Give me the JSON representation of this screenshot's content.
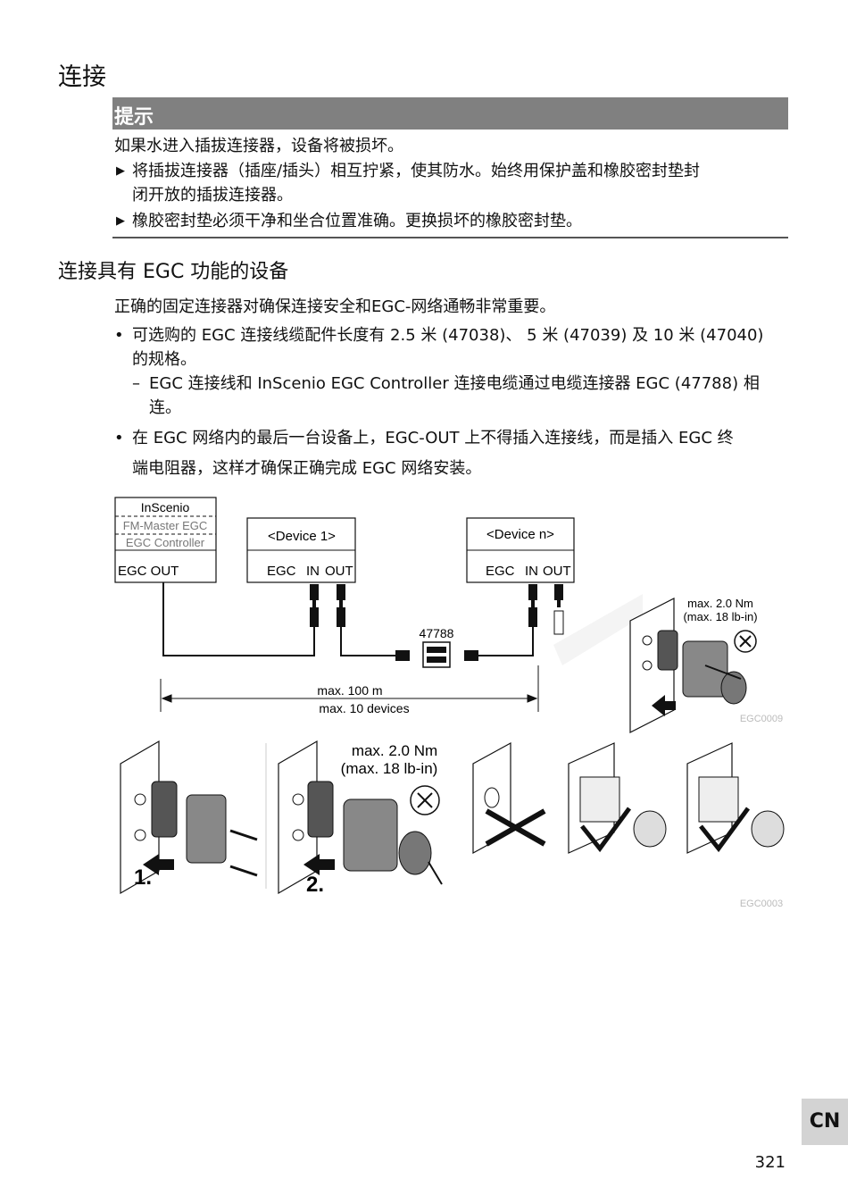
{
  "heading": "连接",
  "notice": {
    "title": "提示",
    "intro": "如果水进入插拔连接器，设备将被损坏。",
    "items": [
      {
        "line1": "将插拔连接器（插座/插头）相互拧紧，使其防水。始终用保护盖和橡胶密封垫封",
        "line2": "闭开放的插拔连接器。"
      },
      {
        "line1": "橡胶密封垫必须干净和坐合位置准确。更换损坏的橡胶密封垫。",
        "line2": ""
      }
    ]
  },
  "section": {
    "title": "连接具有 EGC 功能的设备",
    "lead": "正确的固定连接器对确保连接安全和EGC-网络通畅非常重要。",
    "bullets": [
      {
        "line1": "可选购的 EGC 连接线缆配件长度有 2.5 米 (47038)、 5 米 (47039) 及 10 米 (47040)",
        "line2": "的规格。"
      },
      {
        "line1": "在 EGC 网络内的最后一台设备上，EGC-OUT 上不得插入连接线，而是插入 EGC 终",
        "line2": "端电阻器，这样才确保正确完成 EGC 网络安装。"
      }
    ],
    "sub_item": {
      "line1": "EGC 连接线和 InScenio EGC Controller 连接电缆通过电缆连接器 EGC (47788) 相",
      "line2": "连。"
    }
  },
  "diagram": {
    "controller": {
      "title": "InScenio",
      "line2": "FM-Master EGC",
      "line3": "EGC Controller",
      "port": "EGC OUT"
    },
    "device1": {
      "title": "<Device 1>",
      "port_egc": "EGC",
      "port_in": "IN",
      "port_out": "OUT"
    },
    "devicen": {
      "title": "<Device n>",
      "port_egc": "EGC",
      "port_in": "IN",
      "port_out": "OUT"
    },
    "connector_code": "47788",
    "distance": "max. 100 m",
    "devices": "max. 10 devices",
    "torque1": "max. 2.0 Nm",
    "torque1b": "(max. 18 lb-in)",
    "code1": "EGC0009",
    "torque2": "max. 2.0 Nm",
    "torque2b": "(max. 18 lb-in)",
    "step1": "1.",
    "step2": "2.",
    "code2": "EGC0003"
  },
  "footer": {
    "lang_tab": "CN",
    "page": "321"
  }
}
